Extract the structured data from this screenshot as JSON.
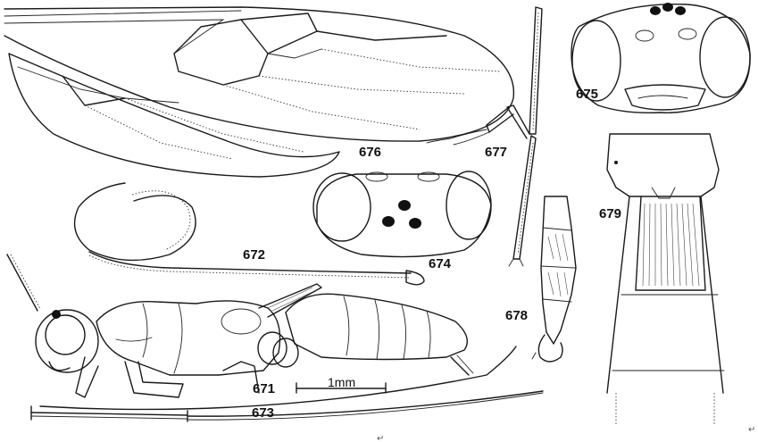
{
  "figures": [
    {
      "id": "671",
      "name": "whole-body-lateral"
    },
    {
      "id": "672",
      "name": "antenna"
    },
    {
      "id": "673",
      "name": "ovipositor"
    },
    {
      "id": "674",
      "name": "head-dorsal"
    },
    {
      "id": "675",
      "name": "head-frontal"
    },
    {
      "id": "676",
      "name": "wings"
    },
    {
      "id": "677",
      "name": "hind-leg"
    },
    {
      "id": "678",
      "name": "tarsus"
    },
    {
      "id": "679",
      "name": "tergites"
    }
  ],
  "scale_bar": {
    "label": "1mm"
  },
  "return_mark": "↵",
  "colors": {
    "ink": "#1a1a1a",
    "paper": "#ffffff"
  }
}
